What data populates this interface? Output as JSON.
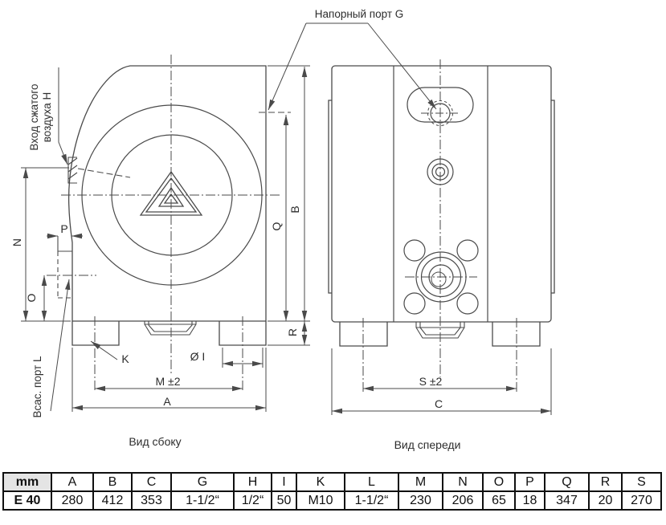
{
  "drawing": {
    "labels": {
      "pressure_port": "Напорный порт G",
      "air_inlet_line1": "Вход сжатого",
      "air_inlet_line2": "воздуха Н",
      "suction_port": "Всас. порт L"
    },
    "dims": {
      "N": "N",
      "O": "O",
      "P": "P",
      "Q": "Q",
      "B": "B",
      "R": "R",
      "K": "K",
      "I": "Ø I",
      "M": "M ±2",
      "A": "A",
      "S": "S ±2",
      "C": "C"
    },
    "captions": {
      "side_view": "Вид сбоку",
      "front_view": "Вид спереди"
    }
  },
  "table": {
    "headers": [
      "mm",
      "A",
      "B",
      "C",
      "G",
      "H",
      "I",
      "K",
      "L",
      "M",
      "N",
      "O",
      "P",
      "Q",
      "R",
      "S"
    ],
    "row": [
      "E 40",
      "280",
      "412",
      "353",
      "1-1/2“",
      "1/2“",
      "50",
      "M10",
      "1-1/2“",
      "230",
      "206",
      "65",
      "18",
      "347",
      "20",
      "270"
    ]
  },
  "colors": {
    "line": "#4a4a4a",
    "text": "#2d2d2d",
    "table_border": "#101010",
    "header_bg": "#e4e4e4"
  }
}
